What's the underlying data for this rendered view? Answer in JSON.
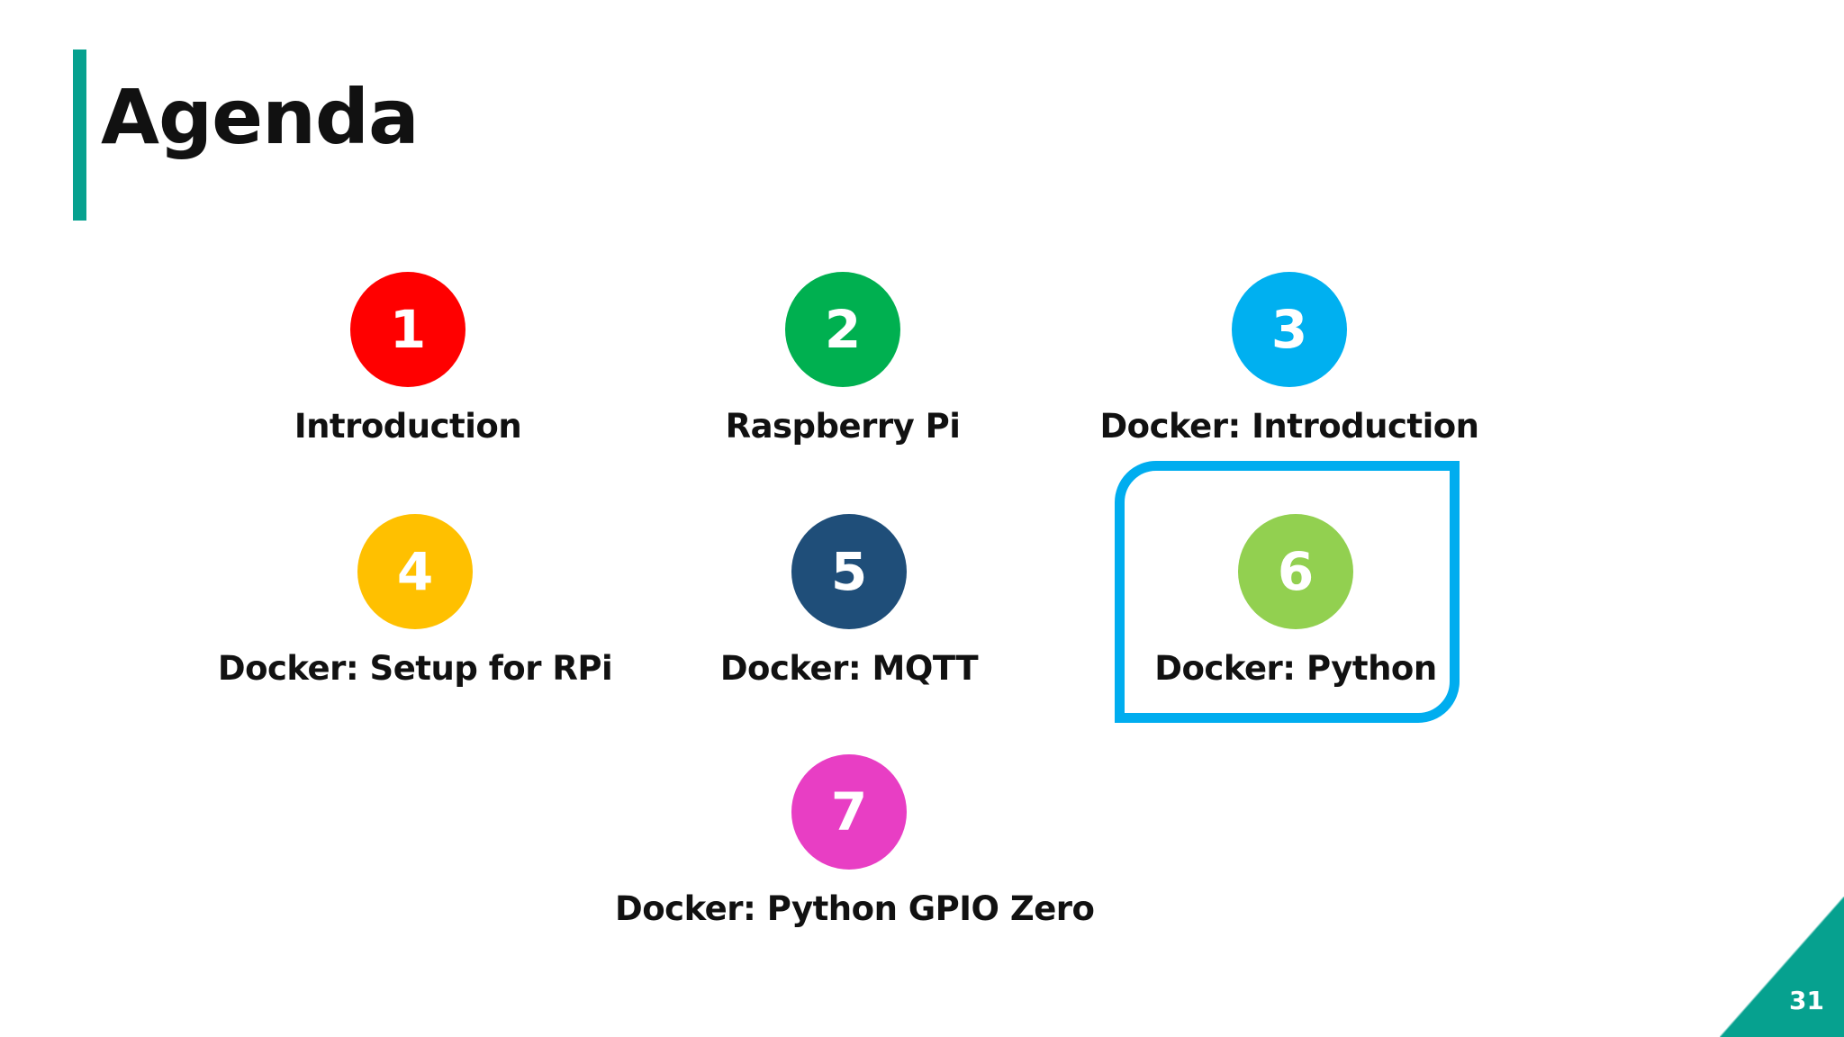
{
  "slide": {
    "title": "Agenda",
    "page_number": "31",
    "accent_color": "#06a18f",
    "highlight_color": "#00adef"
  },
  "agenda": [
    {
      "number": "1",
      "label": "Introduction",
      "color": "#ff0000"
    },
    {
      "number": "2",
      "label": "Raspberry Pi",
      "color": "#00b050"
    },
    {
      "number": "3",
      "label": "Docker: Introduction",
      "color": "#00b0f0"
    },
    {
      "number": "4",
      "label": "Docker: Setup for RPi",
      "color": "#ffc000"
    },
    {
      "number": "5",
      "label": "Docker: MQTT",
      "color": "#1f4e79"
    },
    {
      "number": "6",
      "label": "Docker: Python",
      "color": "#92d050"
    },
    {
      "number": "7",
      "label": "Docker: Python GPIO Zero",
      "color": "#e83ec4"
    }
  ]
}
